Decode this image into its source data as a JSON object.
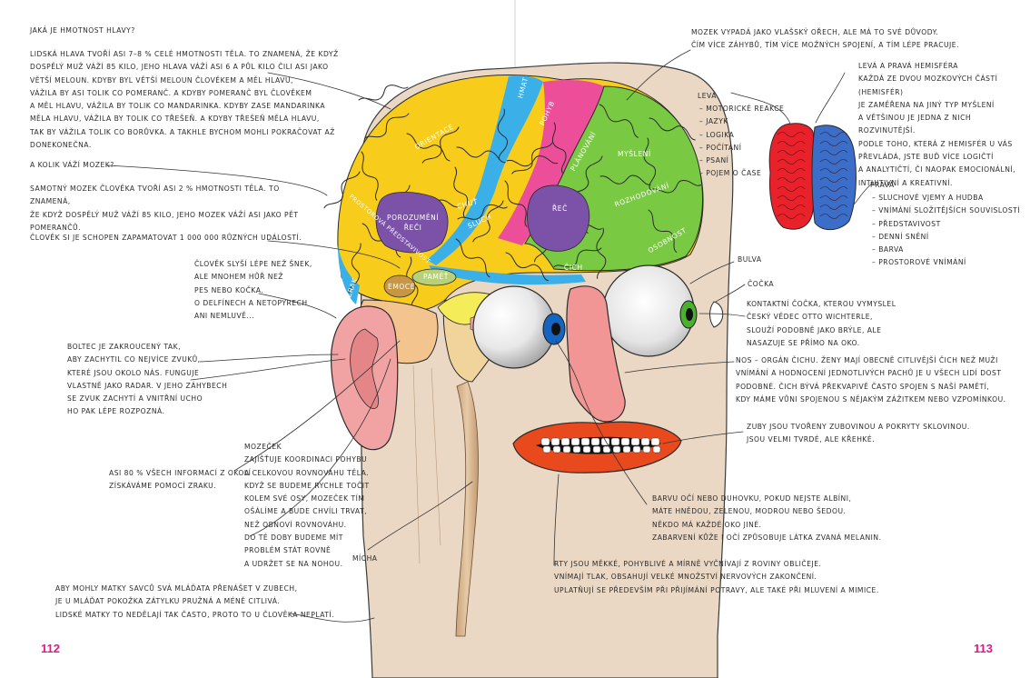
{
  "page_numbers": {
    "left": "112",
    "right": "113"
  },
  "colors": {
    "accent": "#e0198a",
    "skin": "#ead8c4",
    "yellow": "#f7cc1a",
    "green": "#7ac943",
    "pink": "#ec4e9a",
    "blue": "#3bb0e8",
    "purple": "#7b52a8",
    "ear": "#f0a3a2",
    "lips": "#e84a1d",
    "iris": "#1565c0",
    "lens": "#4caf2e"
  },
  "left_texts": {
    "head_weight_q": "Jaká je hmotnost hlavy?",
    "head_weight_a": "Lidská hlava tvoří asi 7–8 % celé hmotnosti těla. To znamená, že když\ndospělý muž váží 85 kilo, jeho hlava váží asi 6 a půl kilo čili asi jako\nvětší meloun. Kdyby byl větší meloun člověkem a měl hlavu,\nvážila by asi tolik co pomeranč. A kdyby pomeranč byl člověkem\na měl hlavu, vážila by tolik co mandarinka. Kdyby zase mandarinka\nměla hlavu, vážila by tolik co třešeň. A kdyby třešeň měla hlavu,\ntak by vážila tolik co borůvka. A takhle bychom mohli pokračovat až donekonečna.",
    "brain_weight_q": "A kolik váží mozek?",
    "brain_weight_a": "Samotný mozek člověka tvoří asi 2 % hmotnosti těla. To znamená,\nže když dospělý muž váží 85 kilo, jeho mozek váží asi jako pět pomerančů.",
    "memory": "Člověk si je schopen zapamatovat 1 000 000 různých událostí.",
    "hearing": "Člověk slyší lépe než šnek,\nale mnohem hůř než\npes nebo kočka.\nO delfínech a netopýrech\nani nemluvě...",
    "ear": "Boltec je zakroucený tak,\naby zachytil co nejvíce zvuků,\nkteré jsou okolo nás. Funguje\nvlastně jako radar. V jeho záhybech\nse zvuk zachytí a vnitřní ucho\nho pak lépe rozpozná.",
    "cerebellum": "Mozeček\nzajišťuje koordinaci pohybu\na celkovou rovnováhu těla.\nKdyž se budeme rychle točit\nkolem své osy, mozeček tím\nošálíme a bude chvíli trvat,\nnež obnoví rovnováhu.\nDo té doby budeme mít\nproblém stát rovně\na udržet se na nohou.",
    "sight": "Asi 80 % všech informací z okolí\nzískáváme pomocí zraku.",
    "neck": "Aby mohly matky savců svá mláďata přenášet v zubech,\nje u mláďat pokožka zátylku pružná a méně citlivá.\nLidské matky to nedělají tak často, proto to u člověka neplatí.",
    "spine": "Mícha"
  },
  "right_texts": {
    "walnut": "Mozek vypadá jako vlašský ořech, ale má to své důvody.\nČím více záhybů, tím více možných spojení, a tím lépe pracuje.",
    "hemispheres": "Levá a pravá hemisféra\nKaždá ze dvou mozkových částí (hemisfér)\nje zaměřena na jiný typ myšlení\na většinou je jedna z nich rozvinutější.\nPodle toho, která z hemisfér u vás\npřevládá, jste buď více logičtí\na analytičtí, či naopak emocionální,\nintuitivní a kreativní.",
    "left_title": "Levá",
    "left_items": "– motorické reakce\n– jazyk\n– logika\n– počítání\n– psaní\n– pojem o čase",
    "right_title": "Pravá",
    "right_items": "– sluchové vjemy a hudba\n– vnímání složitějších souvislostí\n– představivost\n– denní snění\n– barva\n– prostorové vnímání",
    "eyeball": "Bulva",
    "lens": "Čočka",
    "contact": "Kontaktní čočka, kterou vymyslel\nčeský vědec Otto Wichterle,\nslouží podobně jako brýle, ale\nnasazuje se přímo na oko.",
    "nose": "Nos – orgán čichu. Ženy mají obecně citlivější čich než muži\nvnímání a hodnocení jednotlivých pachů je u všech lidí dost\npodobné. Čich bývá překvapivě často spojen s naší pamětí,\nkdy máme vůni spojenou s nějakým zážitkem nebo vzpomínkou.",
    "teeth": "Zuby jsou tvořeny zubovinou a pokryty sklovinou.\nJsou velmi tvrdé, ale křehké.",
    "eye_color": "Barvu očí nebo duhovku, pokud nejste albíni,\nmáte hnědou, zelenou, modrou nebo šedou.\nNěkdo má každé oko jiné.\nZabarvení kůže i očí způsobuje látka zvaná melanin.",
    "lips": "Rty jsou měkké, pohyblivé a mírně vyčnívají z roviny obličeje.\nVnímají tlak, obsahují velké množství nervových zakončení.\nUplatňují se především při přijímání potravy, ale také při mluvení a mimice."
  },
  "brain_labels": {
    "understanding": "Porozumění\nřeči",
    "emotion": "Emoce",
    "memory": "Paměť",
    "smell": "Čich",
    "hearing": "Sluch",
    "speech": "Řeč",
    "touch": "Hmat",
    "movement": "Pohyb",
    "planning": "Plánování",
    "thinking": "Myšlení",
    "decision": "Rozhodování",
    "personality": "Osobnost",
    "vision": "Zrak",
    "orientation": "Orientace",
    "spatial": "Prostorová představivost",
    "taste": "Chuť"
  }
}
